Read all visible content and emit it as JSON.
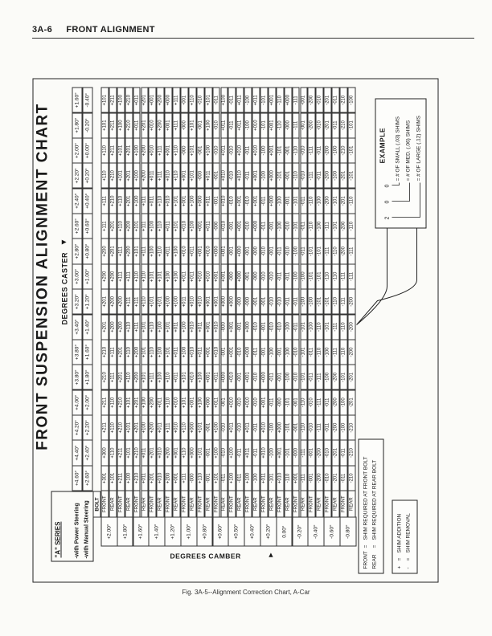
{
  "page_header": {
    "section": "3A-6",
    "title": "FRONT ALIGNMENT"
  },
  "caption": "Fig. 3A-5--Alignment Correction Chart, A-Car",
  "chart": {
    "title": "FRONT SUSPENSION ALIGNMENT CHART",
    "series_label": "\"A\" SERIES",
    "power_label": "-with Power Steering",
    "manual_label": "-with Manual Steering",
    "caster_axis_label": "DEGREES CASTER",
    "camber_axis_label": "DEGREES CAMBER",
    "bolt_header": "BOLT",
    "bolts": [
      "FRONT",
      "REAR"
    ],
    "camber": [
      "+2.00°",
      "+1.80°",
      "+1.60°",
      "+1.40°",
      "+1.20°",
      "+1.00°",
      "+0.80°",
      "+0.60°",
      "+0.50°",
      "+0.40°",
      "+0.20°",
      "0.00°",
      "-0.20°",
      "-0.40°",
      "-0.60°",
      "-0.80°"
    ],
    "highlight": {
      "column": 8,
      "rows": [
        16,
        17
      ]
    },
    "columns": [
      {
        "power": "+4.60°",
        "manual": "+2.60°",
        "values": [
          "+301",
          "+101",
          "+211",
          "+100",
          "+210",
          "+011",
          "+201",
          "+010",
          "+200",
          "+001",
          "+111",
          "-000",
          "+110",
          "-001",
          "+101",
          "-011",
          "+100",
          "-011",
          "+100",
          "-100",
          "+011",
          "-101",
          "+010",
          "-110",
          "+001",
          "-111",
          "-001",
          "-200",
          "-010",
          "-201",
          "-011",
          "-210"
        ]
      },
      {
        "power": "+4.40°",
        "manual": "+2.40°",
        "values": [
          "+300",
          "+110",
          "+211",
          "+101",
          "+210",
          "+011",
          "+201",
          "+010",
          "+200",
          "+001",
          "+110",
          "+000",
          "+101",
          "-001",
          "+100",
          "-010",
          "+100",
          "-011",
          "+011",
          "-011",
          "+010",
          "-100",
          "+001",
          "-101",
          "-000",
          "-111",
          "-001",
          "-200",
          "-010",
          "-201",
          "-011",
          "-210"
        ]
      },
      {
        "power": "+4.20°",
        "manual": "+2.20°",
        "values": [
          "+211",
          "+110",
          "+210",
          "+101",
          "+201",
          "+100",
          "+200",
          "+011",
          "+111",
          "+010",
          "+110",
          "+000",
          "+101",
          "-001",
          "+100",
          "-010",
          "+011",
          "-010",
          "+011",
          "-011",
          "+010",
          "-100",
          "+000",
          "-101",
          "-001",
          "-110",
          "-010",
          "-111",
          "-011",
          "-200",
          "-100",
          "-210"
        ]
      },
      {
        "power": "+4.00°",
        "manual": "+2.00°",
        "values": [
          "+211",
          "+110",
          "+210",
          "+101",
          "+201",
          "+100",
          "+200",
          "+011",
          "+110",
          "+010",
          "+101",
          "+001",
          "+100",
          "+000",
          "+011",
          "-001",
          "+010",
          "-010",
          "+010",
          "-010",
          "+001",
          "-011",
          "-000",
          "-101",
          "-001",
          "-110",
          "-010",
          "-111",
          "-011",
          "-200",
          "-100",
          "-201"
        ]
      },
      {
        "power": "+3.80°",
        "manual": "+1.80°",
        "values": [
          "+210",
          "+111",
          "+201",
          "+110",
          "+200",
          "+101",
          "+111",
          "+100",
          "+110",
          "+011",
          "+101",
          "+010",
          "+100",
          "+001",
          "+011",
          "+000",
          "+010",
          "-001",
          "+001",
          "-010",
          "+000",
          "-011",
          "-001",
          "-100",
          "-010",
          "-101",
          "-011",
          "-111",
          "-100",
          "-200",
          "-101",
          "-201"
        ]
      },
      {
        "power": "+3.80°",
        "manual": "+1.60°",
        "values": [
          "+210",
          "+111",
          "+201",
          "+110",
          "+200",
          "+101",
          "+110",
          "+100",
          "+101",
          "+011",
          "+100",
          "+010",
          "+011",
          "+001",
          "+010",
          "-001",
          "+001",
          "-010",
          "+000",
          "-011",
          "-001",
          "-100",
          "-001",
          "-100",
          "-010",
          "-101",
          "-011",
          "-110",
          "-100",
          "-111",
          "-110",
          "-200"
        ]
      },
      {
        "power": "+3.40°",
        "manual": "+1.40°",
        "values": [
          "+201",
          "+200",
          "+200",
          "+110",
          "+111",
          "+101",
          "+110",
          "+100",
          "+101",
          "+011",
          "+100",
          "+010",
          "+011",
          "+001",
          "+010",
          "-000",
          "+001",
          "-001",
          "+000",
          "-010",
          "-001",
          "-010",
          "-010",
          "-100",
          "-011",
          "-101",
          "-100",
          "-110",
          "-101",
          "-111",
          "-110",
          "-200"
        ]
      },
      {
        "power": "+3.20°",
        "manual": "+1.20°",
        "values": [
          "+201",
          "+200",
          "+200",
          "+111",
          "+111",
          "+110",
          "+101",
          "+101",
          "+100",
          "+100",
          "+011",
          "+010",
          "+010",
          "+001",
          "+001",
          "+000",
          "+000",
          "-000",
          "-000",
          "-001",
          "-001",
          "-010",
          "-010",
          "-011",
          "-011",
          "-100",
          "-100",
          "-101",
          "-101",
          "-110",
          "-111",
          "-200"
        ]
      },
      {
        "power": "+3.00°",
        "manual": "+1.00°",
        "values": [
          "+200",
          "+200",
          "+111",
          "+111",
          "+110",
          "+110",
          "+101",
          "+101",
          "+100",
          "+100",
          "+011",
          "+011",
          "+010",
          "+010",
          "+001",
          "+001",
          "-000",
          "+000",
          "-001",
          "-000",
          "-010",
          "-010",
          "-011",
          "-011",
          "-100",
          "-100",
          "-101",
          "-101",
          "-110",
          "-110",
          "-111",
          "-111"
        ]
      },
      {
        "power": "+2.80°",
        "manual": "+0.80°",
        "values": [
          "+200",
          "+201",
          "+111",
          "+200",
          "+101",
          "+111",
          "+100",
          "+110",
          "+011",
          "+100",
          "+010",
          "+011",
          "+001",
          "+010",
          "+000",
          "+001",
          "-001",
          "+000",
          "-001",
          "-000",
          "-010",
          "-001",
          "-011",
          "-010",
          "-100",
          "-011",
          "-101",
          "-101",
          "-111",
          "-110",
          "-200",
          "-111"
        ]
      },
      {
        "power": "+2.60°",
        "manual": "+0.60°",
        "values": [
          "+111",
          "+201",
          "+110",
          "+200",
          "+101",
          "+111",
          "+100",
          "+110",
          "+011",
          "+101",
          "+010",
          "+100",
          "+001",
          "+011",
          "-000",
          "+010",
          "-001",
          "+001",
          "-010",
          "+000",
          "-011",
          "-001",
          "-100",
          "-010",
          "-101",
          "-011",
          "-110",
          "-100",
          "-111",
          "-101",
          "-200",
          "-110"
        ]
      },
      {
        "power": "+2.40°",
        "manual": "+0.40°",
        "values": [
          "+111",
          "+210",
          "+110",
          "+201",
          "+100",
          "+111",
          "+011",
          "+110",
          "+010",
          "+101",
          "+001",
          "+100",
          "+000",
          "+011",
          "-001",
          "+010",
          "-010",
          "+001",
          "-010",
          "+001",
          "-011",
          "+000",
          "-100",
          "-001",
          "-101",
          "-011",
          "-110",
          "-100",
          "-200",
          "-101",
          "-201",
          "-110"
        ]
      },
      {
        "power": "+2.20°",
        "manual": "+0.20°",
        "values": [
          "+110",
          "+210",
          "+101",
          "+201",
          "+100",
          "+200",
          "+011",
          "+111",
          "+010",
          "+110",
          "+001",
          "+101",
          "-000",
          "+011",
          "-001",
          "+010",
          "-010",
          "+010",
          "-011",
          "+001",
          "-100",
          "+000",
          "-101",
          "-001",
          "-110",
          "-010",
          "-111",
          "-011",
          "-200",
          "-100",
          "-201",
          "-101"
        ]
      },
      {
        "power": "+2.00°",
        "manual": "+0.00°",
        "values": [
          "+110",
          "+211",
          "+101",
          "+201",
          "+100",
          "+200",
          "+010",
          "+111",
          "+001",
          "+110",
          "-000",
          "+101",
          "-001",
          "+100",
          "-010",
          "+011",
          "-010",
          "+010",
          "-011",
          "+010",
          "-100",
          "+001",
          "-101",
          "-001",
          "-110",
          "-010",
          "-111",
          "-011",
          "-200",
          "-100",
          "-210",
          "-101"
        ]
      },
      {
        "power": "+1.80°",
        "manual": "-0.20°",
        "values": [
          "+101",
          "+211",
          "+100",
          "+210",
          "+011",
          "+201",
          "+010",
          "+200",
          "+001",
          "+111",
          "-000",
          "+101",
          "-001",
          "+100",
          "-010",
          "+011",
          "-011",
          "+011",
          "-100",
          "+010",
          "-101",
          "+001",
          "-110",
          "-000",
          "-111",
          "-001",
          "-200",
          "-010",
          "-201",
          "-011",
          "-210",
          "-101"
        ]
      },
      {
        "power": "+1.60°",
        "manual": "-0.40°",
        "values": [
          "+101",
          "+211",
          "+100",
          "+210",
          "+011",
          "+201",
          "+001",
          "+200",
          "+000",
          "+111",
          "-001",
          "+110",
          "-010",
          "+101",
          "-011",
          "+100",
          "-011",
          "+011",
          "-100",
          "+011",
          "-101",
          "+001",
          "-110",
          "+000",
          "-111",
          "-001",
          "-200",
          "-010",
          "-201",
          "-011",
          "-210",
          "-100"
        ]
      }
    ]
  },
  "legend": {
    "bolt": [
      {
        "key": "FRONT",
        "sep": "=",
        "text": "SHIM REQUIRED AT FRONT BOLT"
      },
      {
        "key": "REAR",
        "sep": "=",
        "text": "SHIM REQUIRED AT REAR BOLT"
      }
    ],
    "sign": [
      {
        "key": "+",
        "sep": "=",
        "text": "SHIM ADDITION"
      },
      {
        "key": "-",
        "sep": "=",
        "text": "SHIM REMOVAL"
      }
    ]
  },
  "example": {
    "title": "EXAMPLE",
    "digits": [
      "2",
      "0",
      "0"
    ],
    "lines": [
      "= # OF SMALL (.03) SHIMS",
      "= # OF MED.   (.06) SHIMS",
      "= # OF LARGE (.12) SHIMS"
    ]
  }
}
